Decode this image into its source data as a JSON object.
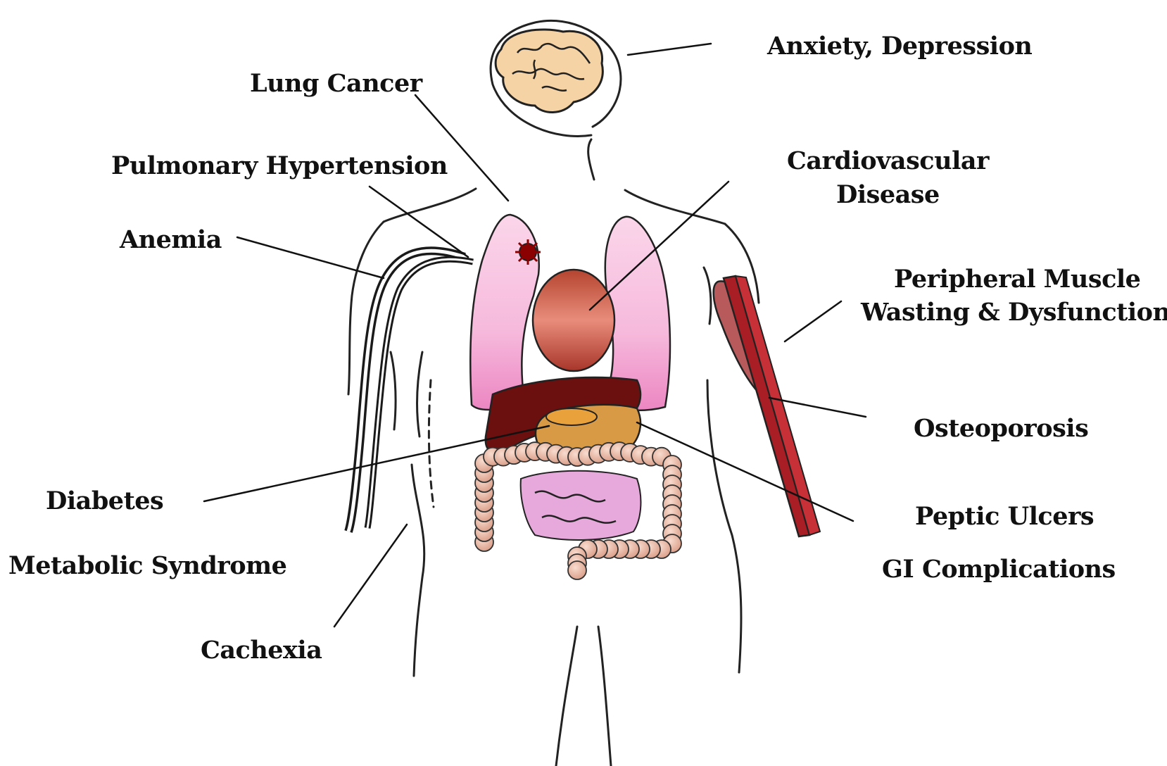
{
  "colors": {
    "brain": "#f5d3a5",
    "lung": "#f2a6cf",
    "heart": "#c65a47",
    "liver": "#6b0f0f",
    "stomach": "#d99a45",
    "intestine_large": "#e8b9a3",
    "intestine_small": "#e7a9dc",
    "muscle": "#a81e24",
    "tumor": "#8b0000"
  },
  "labels": {
    "anxiety": "Anxiety, Depression",
    "lung_cancer": "Lung Cancer",
    "pulmonary": "Pulmonary Hypertension",
    "anemia": "Anemia",
    "cardio_line1": "Cardiovascular",
    "cardio_line2": "Disease",
    "muscle_line1": "Peripheral Muscle",
    "muscle_line2": "Wasting & Dysfunction",
    "osteoporosis": "Osteoporosis",
    "diabetes": "Diabetes",
    "metabolic": "Metabolic Syndrome",
    "peptic": "Peptic Ulcers",
    "gi": "GI Complications",
    "cachexia": "Cachexia"
  }
}
